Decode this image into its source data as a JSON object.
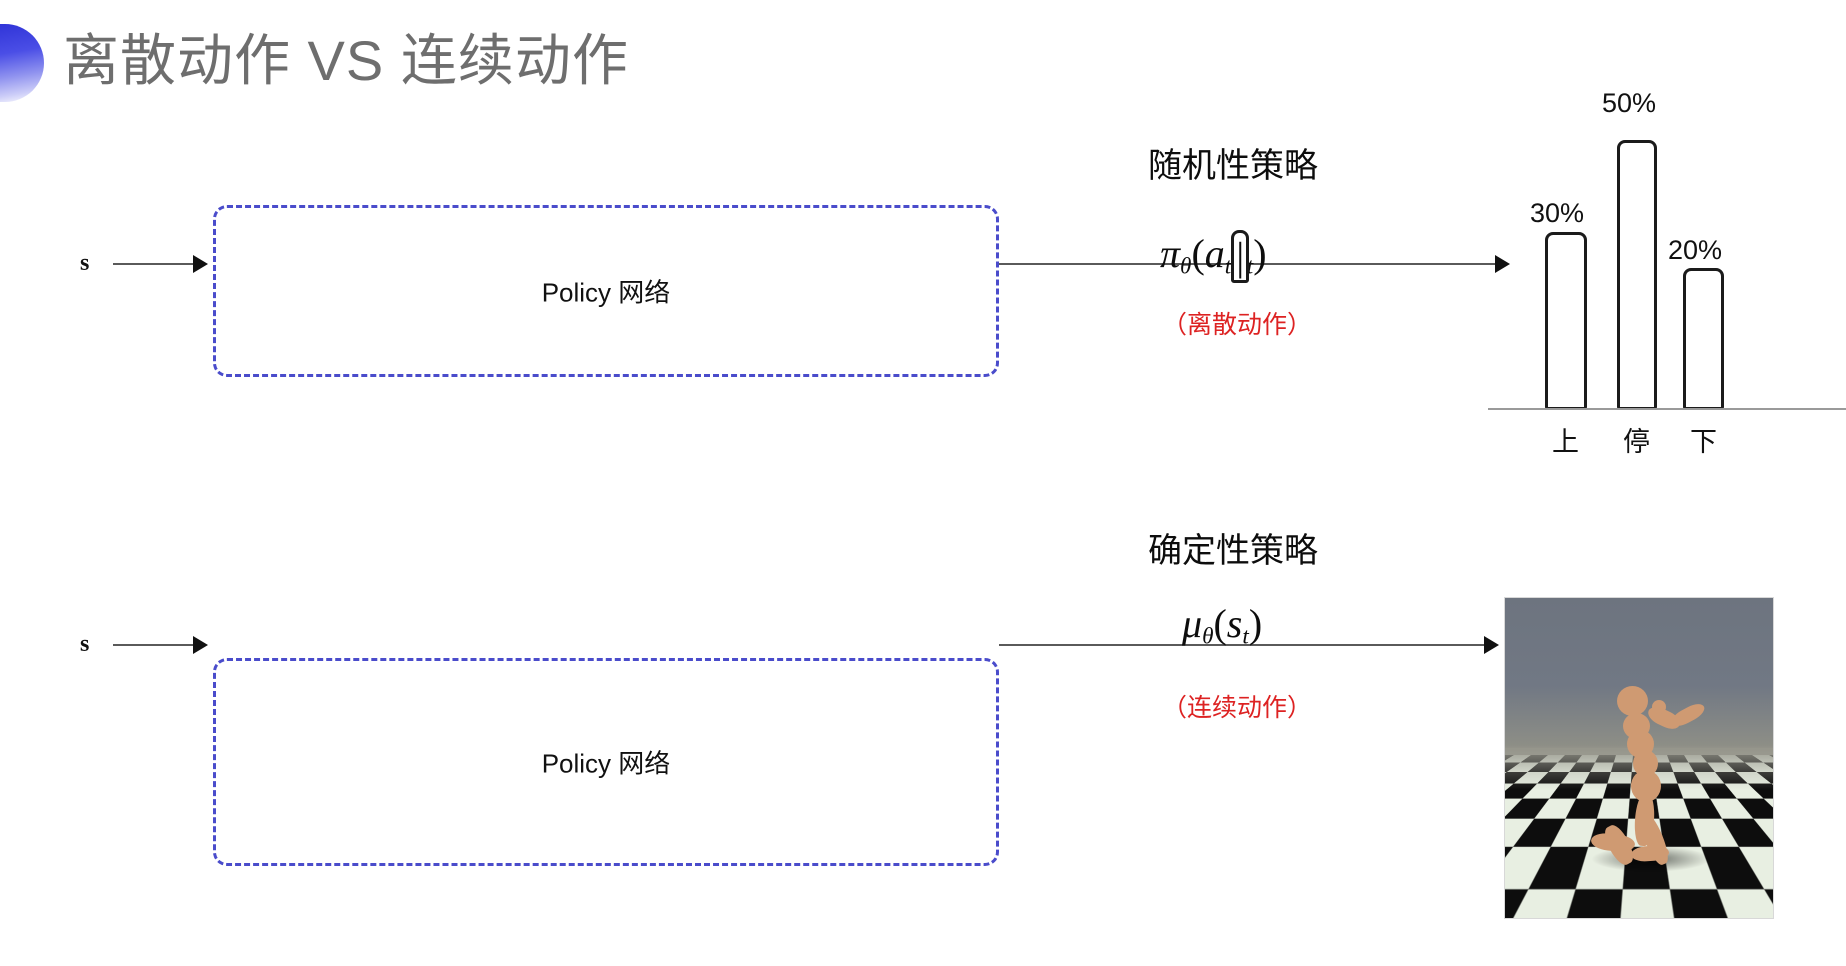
{
  "title": "离散动作 VS 连续动作",
  "rows": [
    {
      "input_label": "s",
      "box_label": "Policy 网络",
      "policy_name": "随机性策略",
      "formula_parts": {
        "fn": "π",
        "sub": "θ",
        "open": "(",
        "arg1": "a",
        "arg1sub": "t",
        "bar": "|",
        "arg2": "s",
        "arg2sub": "t",
        "close": ")"
      },
      "action_note": "（离散动作）"
    },
    {
      "input_label": "s",
      "box_label": "Policy 网络",
      "policy_name": "确定性策略",
      "formula_parts": {
        "fn": "μ",
        "sub": "θ",
        "open": "(",
        "arg1": "s",
        "arg1sub": "t",
        "close": ")"
      },
      "action_note": "（连续动作）"
    }
  ],
  "chart_data": {
    "type": "bar",
    "title": "",
    "categories": [
      "上",
      "停",
      "下"
    ],
    "values": [
      30,
      50,
      20
    ],
    "value_labels": [
      "30%",
      "50%",
      "20%"
    ],
    "ylabel": "",
    "xlabel": "",
    "ylim": [
      0,
      60
    ],
    "grid": false,
    "legend": "none",
    "bar_style": {
      "fill": "#ffffff",
      "stroke": "#1b1b1b"
    }
  },
  "sim_image": {
    "name": "mujoco-humanoid-frame",
    "description": "3D humanoid figure kneeling on black-and-white checkerboard floor"
  },
  "colors": {
    "title_text": "#6e6e6e",
    "bullet_gradient_start": "#2d31d6",
    "box_border": "#4a4ccb",
    "note_red": "#dd2222",
    "arrow": "#5a5a5a",
    "axis": "#9a9a9a",
    "body_text": "#0d0d0d"
  }
}
